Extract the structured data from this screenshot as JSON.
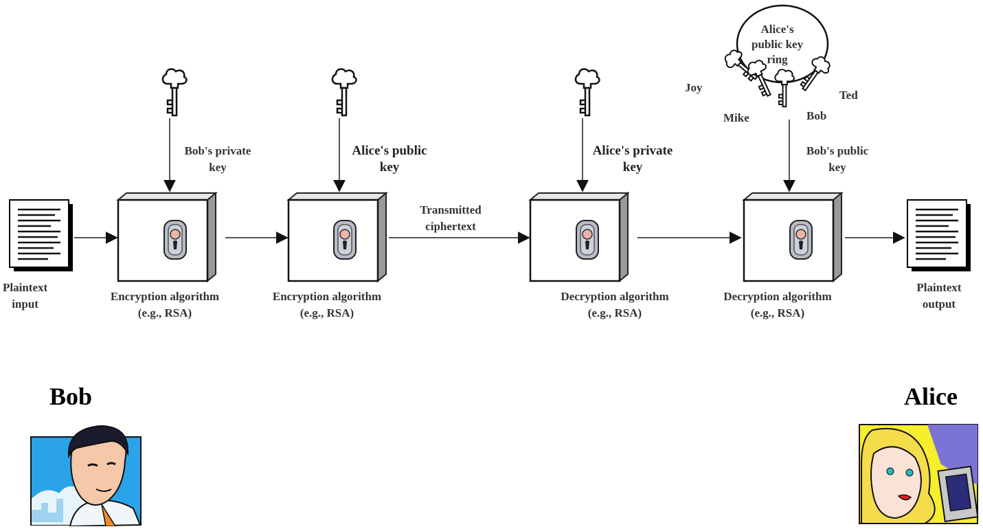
{
  "plaintext_input": [
    "Plaintext",
    "input"
  ],
  "plaintext_output": [
    "Plaintext",
    "output"
  ],
  "transmitted": [
    "Transmitted",
    "ciphertext"
  ],
  "keys": {
    "bob_private": [
      "Bob's private",
      "key"
    ],
    "alice_public": [
      "Alice's public",
      "key"
    ],
    "alice_private": [
      "Alice's private",
      "key"
    ],
    "bob_public": [
      "Bob's public",
      "key"
    ]
  },
  "boxes": [
    {
      "name": "encryption-box-1",
      "label": [
        "Encryption algorithm",
        "(e.g., RSA)"
      ]
    },
    {
      "name": "encryption-box-2",
      "label": [
        "Encryption algorithm",
        "(e.g., RSA)"
      ]
    },
    {
      "name": "decryption-box-1",
      "label": [
        "Decryption algorithm",
        "(e.g., RSA)"
      ]
    },
    {
      "name": "decryption-box-2",
      "label": [
        "Decryption algorithm",
        "(e.g., RSA)"
      ]
    }
  ],
  "key_ring": {
    "title": [
      "Alice's",
      "public key",
      "ring"
    ],
    "keys": [
      "Joy",
      "Mike",
      "Bob",
      "Ted"
    ]
  },
  "people": {
    "bob": "Bob",
    "alice": "Alice"
  },
  "icons": [
    "key-icon",
    "lock-icon",
    "document-icon",
    "key-ring-icon",
    "bob-portrait",
    "alice-portrait"
  ]
}
